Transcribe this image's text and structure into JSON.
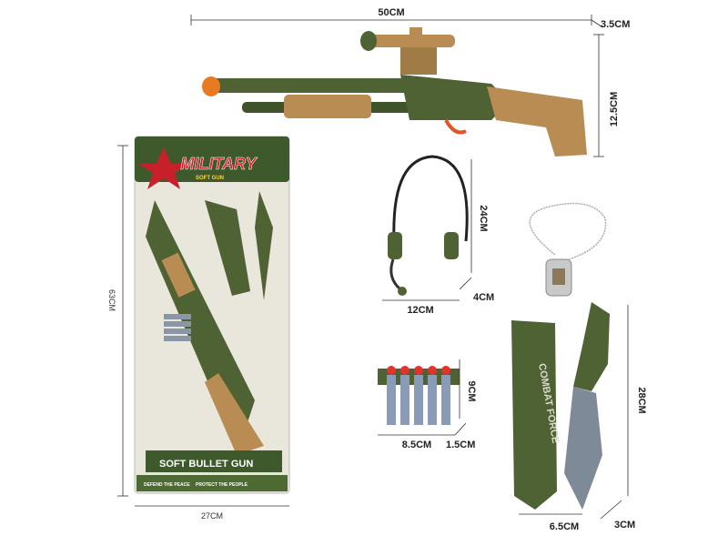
{
  "dimensions": {
    "rifle_length": "50CM",
    "rifle_depth": "3.5CM",
    "rifle_height": "12.5CM",
    "package_height": "63CM",
    "package_width": "27CM",
    "headset_height": "24CM",
    "headset_width": "12CM",
    "headset_depth": "4CM",
    "darts_height": "9CM",
    "darts_width": "8.5CM",
    "darts_depth": "1.5CM",
    "knife_height": "28CM",
    "knife_width": "6.5CM",
    "knife_depth": "3CM"
  },
  "package": {
    "brand": "MILITARY",
    "subtitle": "SOFT GUN",
    "bottom_title": "SOFT BULLET GUN",
    "slogan_left": "DEFEND THE PEACE",
    "slogan_right": "PROTECT THE PEOPLE"
  },
  "sheath_text": "COMBAT FORCE",
  "colors": {
    "army_green": "#4e6233",
    "tan": "#b88c52",
    "orange_tip": "#e87a22",
    "red_accent": "#c8202a"
  }
}
